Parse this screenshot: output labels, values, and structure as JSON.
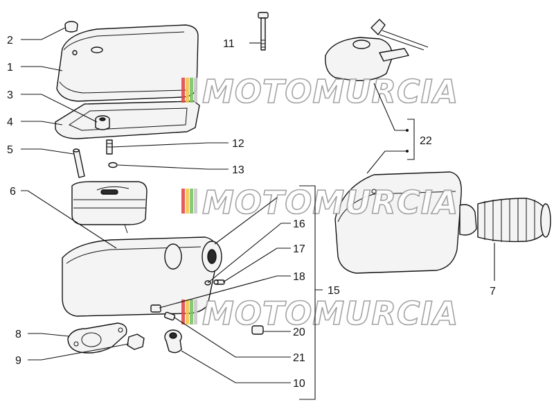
{
  "callouts": [
    "1",
    "2",
    "3",
    "4",
    "5",
    "6",
    "7",
    "8",
    "9",
    "10",
    "11",
    "12",
    "13",
    "15",
    "16",
    "17",
    "18",
    "20",
    "21",
    "22"
  ],
  "watermark": {
    "text": "MOTOMURCIA"
  }
}
